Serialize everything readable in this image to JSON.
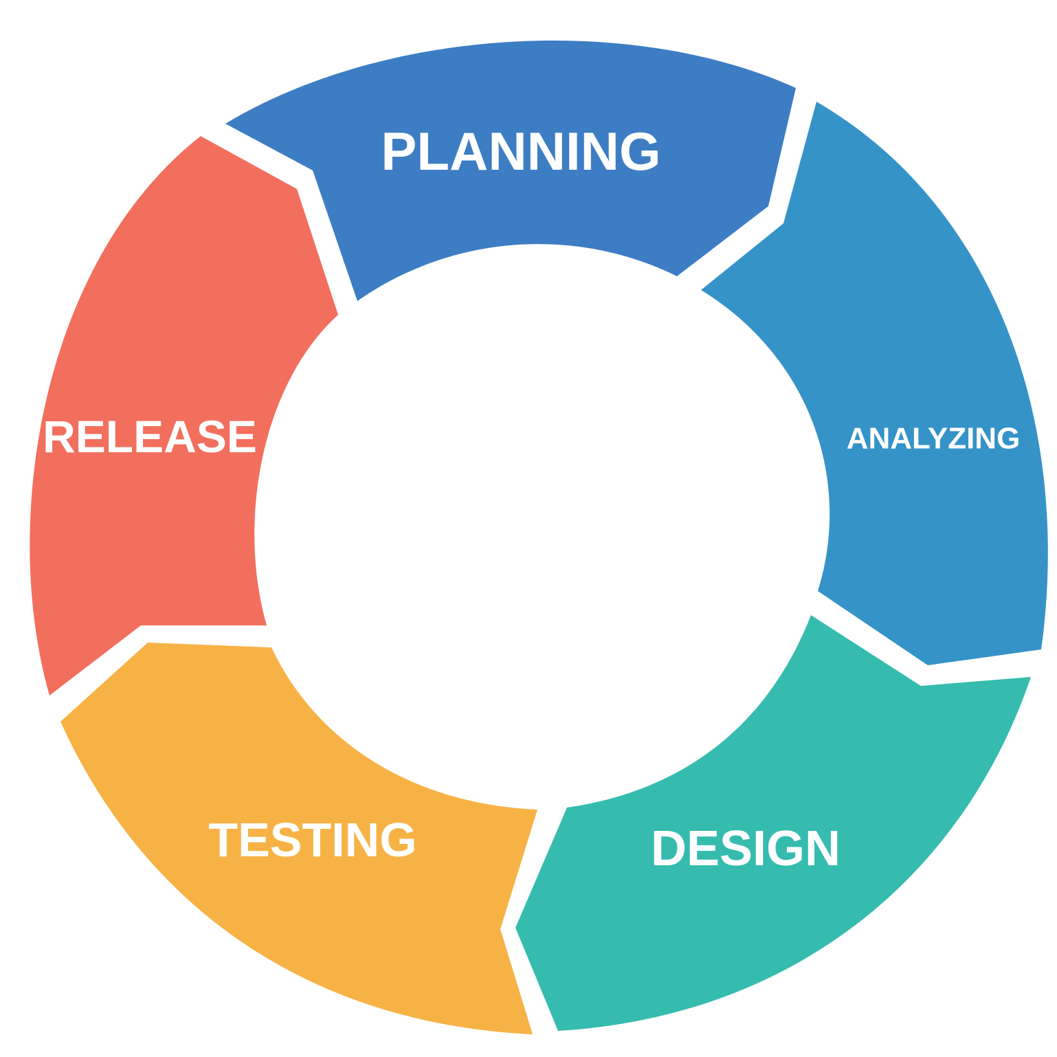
{
  "diagram": {
    "type": "cycle",
    "stages": [
      {
        "id": "planning",
        "label": "PLANNING",
        "color": "#3D7DC4"
      },
      {
        "id": "analyzing",
        "label": "ANALYZING",
        "color": "#3593C8"
      },
      {
        "id": "design",
        "label": "DESIGN",
        "color": "#35BCAF"
      },
      {
        "id": "testing",
        "label": "TESTING",
        "color": "#F7B246"
      },
      {
        "id": "release",
        "label": "RELEASE",
        "color": "#F26F5E"
      }
    ]
  }
}
